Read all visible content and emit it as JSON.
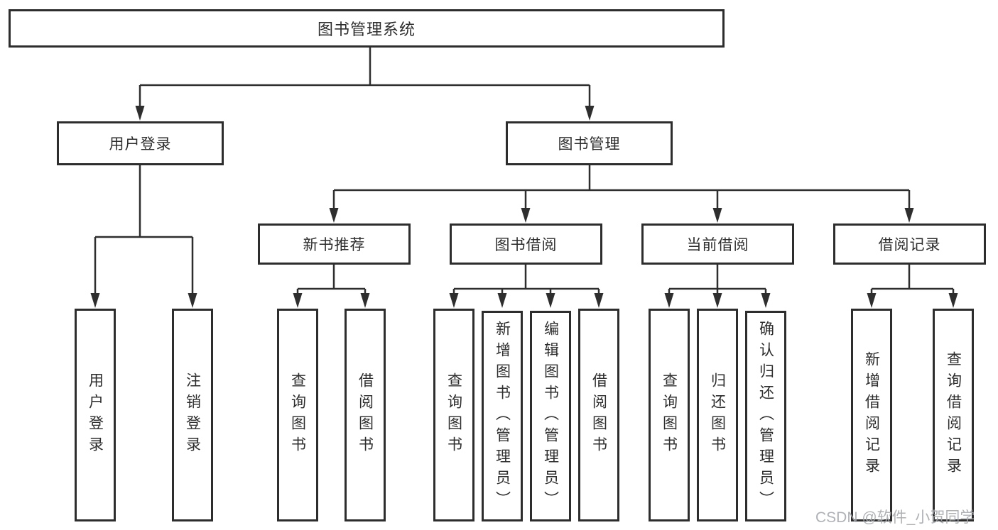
{
  "tree": {
    "root": {
      "label": "图书管理系统"
    },
    "user_login": {
      "label": "用户登录",
      "leaves": [
        "用户登录",
        "注销登录"
      ]
    },
    "book_management": {
      "label": "图书管理",
      "sections": [
        {
          "label": "新书推荐",
          "leaves": [
            "查询图书",
            "借阅图书"
          ]
        },
        {
          "label": "图书借阅",
          "leaves": [
            "查询图书",
            "新增图书（管理员）",
            "编辑图书（管理员）",
            "借阅图书"
          ]
        },
        {
          "label": "当前借阅",
          "leaves": [
            "查询图书",
            "归还图书",
            "确认归还（管理员）"
          ]
        },
        {
          "label": "借阅记录",
          "leaves": [
            "新增借阅记录",
            "查询借阅记录"
          ]
        }
      ]
    }
  },
  "watermark": "CSDN @软件_小贺同学",
  "colors": {
    "line": "#2e2e2e",
    "box_border": "#2d2d2d",
    "text": "#2d2d2d",
    "watermark": "#a5a8ad",
    "background": "#ffffff"
  }
}
